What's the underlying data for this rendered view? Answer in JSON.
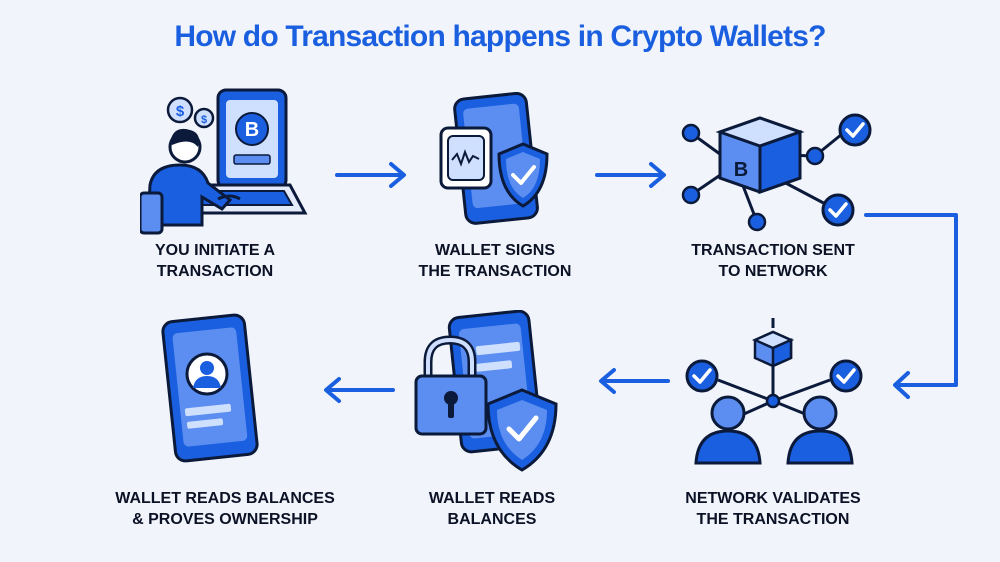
{
  "title": "How do Transaction happens in Crypto Wallets?",
  "colors": {
    "primary": "#1a5fe0",
    "dark": "#0b1a3a",
    "light": "#cfe0ff",
    "mid": "#5b8ef0",
    "background": "#f1f4fa"
  },
  "steps": [
    {
      "line1": "YOU INITIATE A",
      "line2": "TRANSACTION",
      "icon": "person-laptop-bitcoin-icon"
    },
    {
      "line1": "WALLET SIGNS",
      "line2": "THE TRANSACTION",
      "icon": "phone-signature-shield-icon"
    },
    {
      "line1": "TRANSACTION SENT",
      "line2": "TO NETWORK",
      "icon": "bitcoin-cube-network-icon"
    },
    {
      "line1": "NETWORK VALIDATES",
      "line2": "THE TRANSACTION",
      "icon": "validators-network-icon"
    },
    {
      "line1": "WALLET READS",
      "line2": "BALANCES",
      "icon": "phone-lock-shield-icon"
    },
    {
      "line1": "WALLET READS BALANCES",
      "line2": "& PROVES OWNERSHIP",
      "icon": "phone-profile-icon"
    }
  ]
}
